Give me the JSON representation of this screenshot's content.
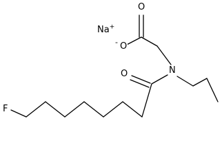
{
  "molecule": {
    "counter_ion": {
      "symbol": "Na",
      "charge": "+"
    },
    "atoms": {
      "carboxyl_oxygen_double": "O",
      "carboxyl_oxygen_single": "O",
      "carboxyl_charge": "-",
      "amide_oxygen": "O",
      "nitrogen": "N",
      "fluorine": "F"
    }
  }
}
